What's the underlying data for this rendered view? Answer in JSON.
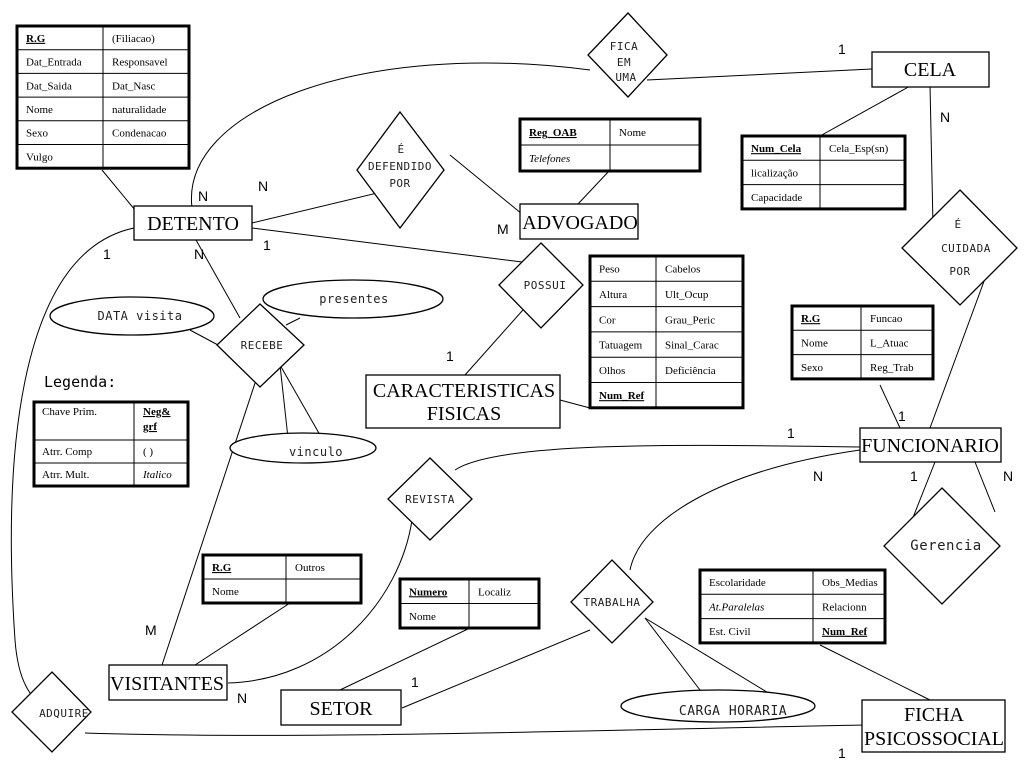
{
  "entities": {
    "detento": "DETENTO",
    "cela": "CELA",
    "advogado": "ADVOGADO",
    "caracteristicas": [
      "CARACTERISTICAS",
      "FISICAS"
    ],
    "funcionario": "FUNCIONARIO",
    "visitantes": "VISITANTES",
    "setor": "SETOR",
    "ficha": [
      "FICHA",
      "PSICOSSOCIAL"
    ]
  },
  "relationships": {
    "fica": [
      "FICA",
      "EM",
      "UMA"
    ],
    "defendido": [
      "É",
      "DEFENDIDO",
      "POR"
    ],
    "possui": "POSSUI",
    "recebe": "RECEBE",
    "cuidada": [
      "É",
      "CUIDADA",
      "POR"
    ],
    "revista": "REVISTA",
    "gerencia": "Gerencia",
    "trabalha": "TRABALHA",
    "adquire": "ADQUIRE"
  },
  "attributes": {
    "data_visita": "DATA visita",
    "presentes": "presentes",
    "vinculo": "vinculo",
    "carga_horaria": "CARGA HORARIA"
  },
  "cardinalities": {
    "fica_cela": "1",
    "detento_n1": "N",
    "detento_n2": "N",
    "advogado_m": "M",
    "detento_1_right": "1",
    "detento_1_left": "1",
    "detento_n_recebe": "N",
    "caract_1": "1",
    "cela_n": "N",
    "func_1_top": "1",
    "func_1_left": "1",
    "func_n_left": "N",
    "func_1_mid": "1",
    "func_n_right": "N",
    "visitantes_m": "M",
    "visitantes_n": "N",
    "setor_1": "1",
    "ficha_1": "1"
  },
  "legend": {
    "title": "Legenda:",
    "rows": [
      [
        "Chave Prim.",
        "Neg&\ngrf"
      ],
      [
        "Atrr. Comp",
        "( )"
      ],
      [
        "Atrr. Mult.",
        "Italico"
      ]
    ]
  },
  "tables": {
    "detento": [
      [
        "R.G",
        "(Filiacao)"
      ],
      [
        "Dat_Entrada",
        "Responsavel"
      ],
      [
        "Dat_Saida",
        "Dat_Nasc"
      ],
      [
        "Nome",
        "naturalidade"
      ],
      [
        "Sexo",
        "Condenacao"
      ],
      [
        "Vulgo",
        ""
      ]
    ],
    "advogado": [
      [
        "Reg_OAB",
        "Nome"
      ],
      [
        "Telefones",
        ""
      ]
    ],
    "cela": [
      [
        "Num_Cela",
        "Cela_Esp(sn)"
      ],
      [
        "licalização",
        ""
      ],
      [
        "Capacidade",
        ""
      ]
    ],
    "caract": [
      [
        "Peso",
        "Cabelos"
      ],
      [
        "Altura",
        "Ult_Ocup"
      ],
      [
        "Cor",
        "Grau_Peric"
      ],
      [
        "Tatuagem",
        "Sinal_Carac"
      ],
      [
        "Olhos",
        "Deficiência"
      ],
      [
        "Num_Ref",
        ""
      ]
    ],
    "funcionario": [
      [
        "R.G",
        "Funcao"
      ],
      [
        "Nome",
        "L_Atuac"
      ],
      [
        "Sexo",
        "Reg_Trab"
      ]
    ],
    "visitantes": [
      [
        "R.G",
        "Outros"
      ],
      [
        "Nome",
        ""
      ]
    ],
    "setor": [
      [
        "Numero",
        "Localiz"
      ],
      [
        "Nome",
        ""
      ]
    ],
    "ficha": [
      [
        "Escolaridade",
        "Obs_Medias"
      ],
      [
        "At.Paralelas",
        "Relacionn"
      ],
      [
        "Est. Civil",
        "Num_Ref"
      ]
    ]
  }
}
